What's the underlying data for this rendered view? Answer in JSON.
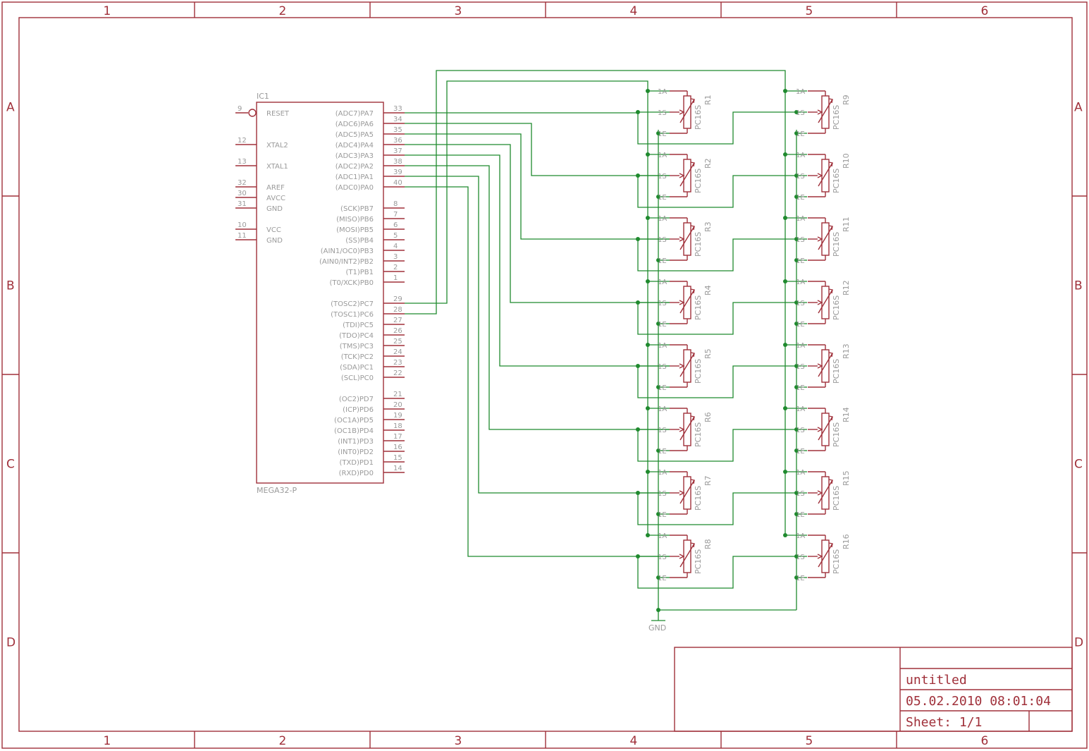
{
  "colors": {
    "frame": "#a0303a",
    "wire": "#1f8a2e",
    "text": "#9a9a9a"
  },
  "frame": {
    "columns": [
      "1",
      "2",
      "3",
      "4",
      "5",
      "6"
    ],
    "rows": [
      "A",
      "B",
      "C",
      "D"
    ]
  },
  "ic": {
    "name": "IC1",
    "value": "MEGA32-P",
    "left_pins": [
      {
        "num": "9",
        "label": "RESET"
      },
      {
        "num": "12",
        "label": "XTAL2"
      },
      {
        "num": "13",
        "label": "XTAL1"
      },
      {
        "num": "32",
        "label": "AREF"
      },
      {
        "num": "30",
        "label": "AVCC"
      },
      {
        "num": "31",
        "label": "GND"
      },
      {
        "num": "10",
        "label": "VCC"
      },
      {
        "num": "11",
        "label": "GND"
      }
    ],
    "right_pins": [
      {
        "num": "33",
        "label": "(ADC7)PA7"
      },
      {
        "num": "34",
        "label": "(ADC6)PA6"
      },
      {
        "num": "35",
        "label": "(ADC5)PA5"
      },
      {
        "num": "36",
        "label": "(ADC4)PA4"
      },
      {
        "num": "37",
        "label": "(ADC3)PA3"
      },
      {
        "num": "38",
        "label": "(ADC2)PA2"
      },
      {
        "num": "39",
        "label": "(ADC1)PA1"
      },
      {
        "num": "40",
        "label": "(ADC0)PA0"
      },
      {
        "num": "8",
        "label": "(SCK)PB7"
      },
      {
        "num": "7",
        "label": "(MISO)PB6"
      },
      {
        "num": "6",
        "label": "(MOSI)PB5"
      },
      {
        "num": "5",
        "label": "(SS)PB4"
      },
      {
        "num": "4",
        "label": "(AIN1/OC0)PB3"
      },
      {
        "num": "3",
        "label": "(AIN0/INT2)PB2"
      },
      {
        "num": "2",
        "label": "(T1)PB1"
      },
      {
        "num": "1",
        "label": "(T0/XCK)PB0"
      },
      {
        "num": "29",
        "label": "(TOSC2)PC7"
      },
      {
        "num": "28",
        "label": "(TOSC1)PC6"
      },
      {
        "num": "27",
        "label": "(TDI)PC5"
      },
      {
        "num": "26",
        "label": "(TDO)PC4"
      },
      {
        "num": "25",
        "label": "(TMS)PC3"
      },
      {
        "num": "24",
        "label": "(TCK)PC2"
      },
      {
        "num": "23",
        "label": "(SDA)PC1"
      },
      {
        "num": "22",
        "label": "(SCL)PC0"
      },
      {
        "num": "21",
        "label": "(OC2)PD7"
      },
      {
        "num": "20",
        "label": "(ICP)PD6"
      },
      {
        "num": "19",
        "label": "(OC1A)PD5"
      },
      {
        "num": "18",
        "label": "(OC1B)PD4"
      },
      {
        "num": "17",
        "label": "(INT1)PD3"
      },
      {
        "num": "16",
        "label": "(INT0)PD2"
      },
      {
        "num": "15",
        "label": "(TXD)PD1"
      },
      {
        "num": "14",
        "label": "(RXD)PD0"
      }
    ]
  },
  "resistor_value": "PC16S",
  "resistor_pins": [
    "1A",
    "1S",
    "1E"
  ],
  "resistors_left": [
    "R1",
    "R2",
    "R3",
    "R4",
    "R5",
    "R6",
    "R7",
    "R8"
  ],
  "resistors_right": [
    "R9",
    "R10",
    "R11",
    "R12",
    "R13",
    "R14",
    "R15",
    "R16"
  ],
  "gnd_label": "GND",
  "title_block": {
    "title": "untitled",
    "datetime": "05.02.2010 08:01:04",
    "sheet": "Sheet: 1/1"
  }
}
